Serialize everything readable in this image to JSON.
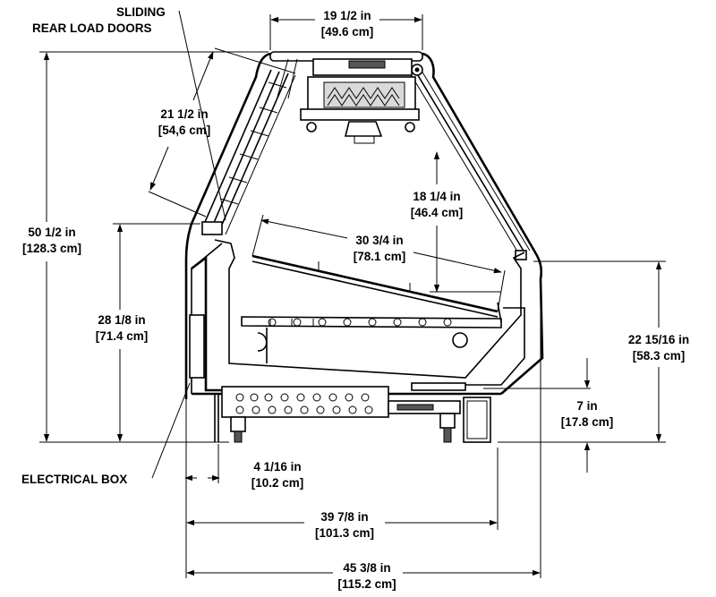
{
  "labels": {
    "sliding_line1": "SLIDING",
    "sliding_line2": "REAR LOAD DOORS",
    "electrical_box": "ELECTRICAL BOX"
  },
  "dimensions": {
    "top_width": {
      "imperial": "19 1/2 in",
      "metric": "[49.6 cm]"
    },
    "door_length": {
      "imperial": "21 1/2 in",
      "metric": "[54,6 cm]"
    },
    "overall_height": {
      "imperial": "50 1/2 in",
      "metric": "[128.3 cm]"
    },
    "counter_height": {
      "imperial": "28 1/8 in",
      "metric": "[71.4 cm]"
    },
    "shelf_clearance": {
      "imperial": "18 1/4 in",
      "metric": "[46.4 cm]"
    },
    "deck_depth": {
      "imperial": "30 3/4 in",
      "metric": "[78.1 cm]"
    },
    "front_height": {
      "imperial": "22 15/16 in",
      "metric": "[58.3 cm]"
    },
    "base_height": {
      "imperial": "7 in",
      "metric": "[17.8 cm]"
    },
    "box_offset": {
      "imperial": "4 1/16 in",
      "metric": "[10.2 cm]"
    },
    "base_depth": {
      "imperial": "39 7/8 in",
      "metric": "[101.3 cm]"
    },
    "overall_depth": {
      "imperial": "45 3/8 in",
      "metric": "[115.2 cm]"
    }
  }
}
